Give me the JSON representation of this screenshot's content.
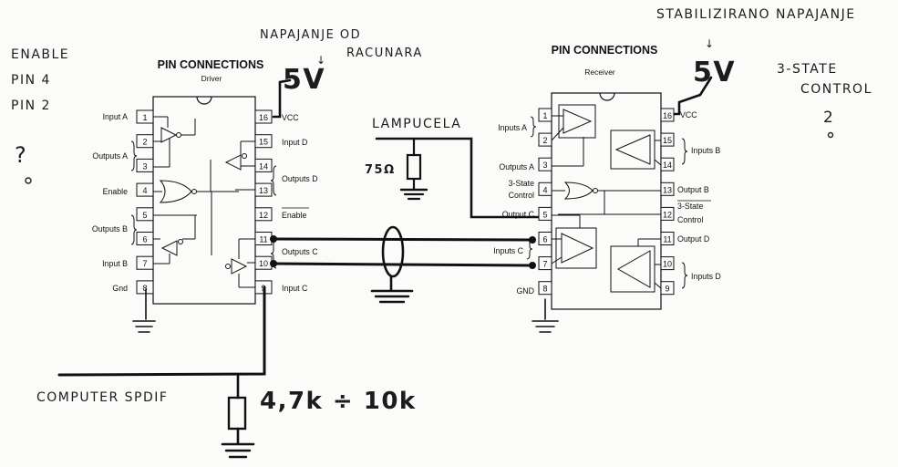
{
  "notes": {
    "enable_pin4": "ENABLE",
    "pin4": "PIN 4",
    "pin2": "PIN 2",
    "left_mark": "?",
    "napajanje_od": "NAPAJANJE OD",
    "racunara": "RACUNARA",
    "stabilizirano": "STABILIZIRANO NAPAJANJE",
    "three_state": "3-STATE",
    "control": "CONTROL",
    "right_mark": "2",
    "lampucela": "LAMPUCELA",
    "resistor_75": "75Ω",
    "computer_spdif": "COMPUTER SPDIF",
    "resistor_range": "4,7k ÷ 10k",
    "five_v_left": "5V",
    "five_v_right": "5V"
  },
  "driver": {
    "title": "PIN CONNECTIONS",
    "subtitle": "Driver",
    "pin_numbers": [
      "1",
      "2",
      "3",
      "4",
      "5",
      "6",
      "7",
      "8",
      "9",
      "10",
      "11",
      "12",
      "13",
      "14",
      "15",
      "16"
    ],
    "left_labels": {
      "input_a": "Input A",
      "outputs_a": "Outputs A",
      "enable": "Enable",
      "outputs_b": "Outputs B",
      "input_b": "Input B",
      "gnd": "Gnd"
    },
    "right_labels": {
      "vcc": "VCC",
      "input_d": "Input D",
      "outputs_d": "Outputs D",
      "enable_bar": "Enable",
      "outputs_c": "Outputs C",
      "input_c": "Input C"
    }
  },
  "receiver": {
    "title": "PIN CONNECTIONS",
    "subtitle": "Receiver",
    "pin_numbers": [
      "1",
      "2",
      "3",
      "4",
      "5",
      "6",
      "7",
      "8",
      "9",
      "10",
      "11",
      "12",
      "13",
      "14",
      "15",
      "16"
    ],
    "left_labels": {
      "inputs_a": "Inputs A",
      "output_a": "Outputs A",
      "three_state_1": "3-State",
      "control_1": "Control",
      "output_c": "Output C",
      "inputs_c": "Inputs C",
      "gnd": "GND"
    },
    "right_labels": {
      "vcc": "VCC",
      "inputs_b": "Inputs B",
      "output_b": "Output B",
      "three_state_2": "3-State",
      "control_2": "Control",
      "output_d": "Output D",
      "inputs_d": "Inputs D"
    }
  }
}
